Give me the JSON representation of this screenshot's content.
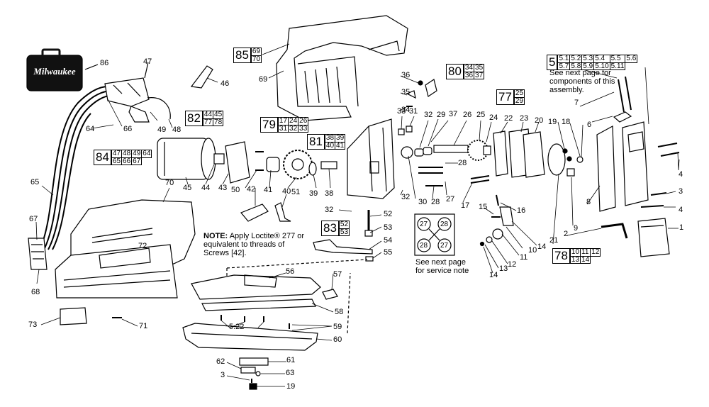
{
  "logo": {
    "text": "Milwaukee"
  },
  "kits": [
    {
      "id": "k85",
      "num": "85",
      "subs": [
        [
          "69"
        ],
        [
          "70"
        ]
      ]
    },
    {
      "id": "k82",
      "num": "82",
      "subs": [
        [
          "44",
          "45"
        ],
        [
          "77",
          "78"
        ]
      ]
    },
    {
      "id": "k84",
      "num": "84",
      "subs": [
        [
          "47",
          "48",
          "49",
          "64"
        ],
        [
          "65",
          "66",
          "67"
        ]
      ]
    },
    {
      "id": "k79",
      "num": "79",
      "subs": [
        [
          "17",
          "24",
          "26"
        ],
        [
          "31",
          "32",
          "33"
        ]
      ]
    },
    {
      "id": "k81",
      "num": "81",
      "subs": [
        [
          "38",
          "39"
        ],
        [
          "40",
          "41"
        ]
      ]
    },
    {
      "id": "k80",
      "num": "80",
      "subs": [
        [
          "34",
          "35"
        ],
        [
          "36",
          "37"
        ]
      ]
    },
    {
      "id": "k77",
      "num": "77",
      "subs": [
        [
          "25"
        ],
        [
          "29"
        ]
      ]
    },
    {
      "id": "k83",
      "num": "83",
      "subs": [
        [
          "52"
        ],
        [
          "53"
        ]
      ]
    },
    {
      "id": "k78",
      "num": "78",
      "subs": [
        [
          "10",
          "11",
          "12"
        ],
        [
          "13",
          "14"
        ]
      ]
    },
    {
      "id": "k5",
      "num": "5",
      "subs": [
        [
          "5.1",
          "5.2",
          "5.3",
          "5.4",
          "5.5",
          "5.6"
        ],
        [
          "5.7",
          "5.8",
          "5.9",
          "5.10",
          "5.11"
        ]
      ]
    }
  ],
  "notes": {
    "n5": [
      "See next page for",
      "components of this",
      "assembly."
    ],
    "loctite_bold": "NOTE:",
    "loctite": [
      "Apply Loctite® 277 or",
      "equivalent to threads of",
      "Screws [42]."
    ],
    "service": [
      "See next page",
      "for service note"
    ]
  },
  "service_circles": [
    "27",
    "28",
    "28",
    "27"
  ],
  "callouts": [
    {
      "id": "c86",
      "t": "86"
    },
    {
      "id": "c47",
      "t": "47"
    },
    {
      "id": "c46",
      "t": "46"
    },
    {
      "id": "c69",
      "t": "69"
    },
    {
      "id": "c64",
      "t": "64"
    },
    {
      "id": "c66",
      "t": "66"
    },
    {
      "id": "c49",
      "t": "49"
    },
    {
      "id": "c48",
      "t": "48"
    },
    {
      "id": "c65",
      "t": "65"
    },
    {
      "id": "c45",
      "t": "45"
    },
    {
      "id": "c44",
      "t": "44"
    },
    {
      "id": "c43",
      "t": "43"
    },
    {
      "id": "c50",
      "t": "50"
    },
    {
      "id": "c42",
      "t": "42"
    },
    {
      "id": "c41",
      "t": "41"
    },
    {
      "id": "c40",
      "t": "40"
    },
    {
      "id": "c39",
      "t": "39"
    },
    {
      "id": "c38",
      "t": "38"
    },
    {
      "id": "c51",
      "t": "51"
    },
    {
      "id": "c70",
      "t": "70"
    },
    {
      "id": "c67",
      "t": "67"
    },
    {
      "id": "c68",
      "t": "68"
    },
    {
      "id": "c72",
      "t": "72"
    },
    {
      "id": "c73",
      "t": "73"
    },
    {
      "id": "c71",
      "t": "71"
    },
    {
      "id": "c36",
      "t": "36"
    },
    {
      "id": "c35",
      "t": "35"
    },
    {
      "id": "c34",
      "t": "34"
    },
    {
      "id": "c33",
      "t": "33"
    },
    {
      "id": "c31",
      "t": "31"
    },
    {
      "id": "c32a",
      "t": "32"
    },
    {
      "id": "c29",
      "t": "29"
    },
    {
      "id": "c37",
      "t": "37"
    },
    {
      "id": "c26",
      "t": "26"
    },
    {
      "id": "c25",
      "t": "25"
    },
    {
      "id": "c24",
      "t": "24"
    },
    {
      "id": "c22",
      "t": "22"
    },
    {
      "id": "c23",
      "t": "23"
    },
    {
      "id": "c20",
      "t": "20"
    },
    {
      "id": "c19a",
      "t": "19"
    },
    {
      "id": "c18",
      "t": "18"
    },
    {
      "id": "c28a",
      "t": "28"
    },
    {
      "id": "c30",
      "t": "30"
    },
    {
      "id": "c28b",
      "t": "28"
    },
    {
      "id": "c27",
      "t": "27"
    },
    {
      "id": "c17",
      "t": "17"
    },
    {
      "id": "c32b",
      "t": "32"
    },
    {
      "id": "c32c",
      "t": "32"
    },
    {
      "id": "c52",
      "t": "52"
    },
    {
      "id": "c53",
      "t": "53"
    },
    {
      "id": "c54",
      "t": "54"
    },
    {
      "id": "c55",
      "t": "55"
    },
    {
      "id": "c15",
      "t": "15"
    },
    {
      "id": "c16",
      "t": "16"
    },
    {
      "id": "c14a",
      "t": "14"
    },
    {
      "id": "c10",
      "t": "10"
    },
    {
      "id": "c11",
      "t": "11"
    },
    {
      "id": "c12",
      "t": "12"
    },
    {
      "id": "c13",
      "t": "13"
    },
    {
      "id": "c14b",
      "t": "14"
    },
    {
      "id": "c21",
      "t": "21"
    },
    {
      "id": "c9",
      "t": "9"
    },
    {
      "id": "c8",
      "t": "8"
    },
    {
      "id": "c7",
      "t": "7"
    },
    {
      "id": "c6",
      "t": "6"
    },
    {
      "id": "c4a",
      "t": "4"
    },
    {
      "id": "c3a",
      "t": "3"
    },
    {
      "id": "c4b",
      "t": "4"
    },
    {
      "id": "c2",
      "t": "2"
    },
    {
      "id": "c1",
      "t": "1"
    },
    {
      "id": "c56",
      "t": "56"
    },
    {
      "id": "c57",
      "t": "57"
    },
    {
      "id": "c58",
      "t": "58"
    },
    {
      "id": "c522",
      "t": "5.22"
    },
    {
      "id": "c59",
      "t": "59"
    },
    {
      "id": "c60",
      "t": "60"
    },
    {
      "id": "c61",
      "t": "61"
    },
    {
      "id": "c62",
      "t": "62"
    },
    {
      "id": "c63",
      "t": "63"
    },
    {
      "id": "c3b",
      "t": "3"
    },
    {
      "id": "c19b",
      "t": "19"
    }
  ]
}
